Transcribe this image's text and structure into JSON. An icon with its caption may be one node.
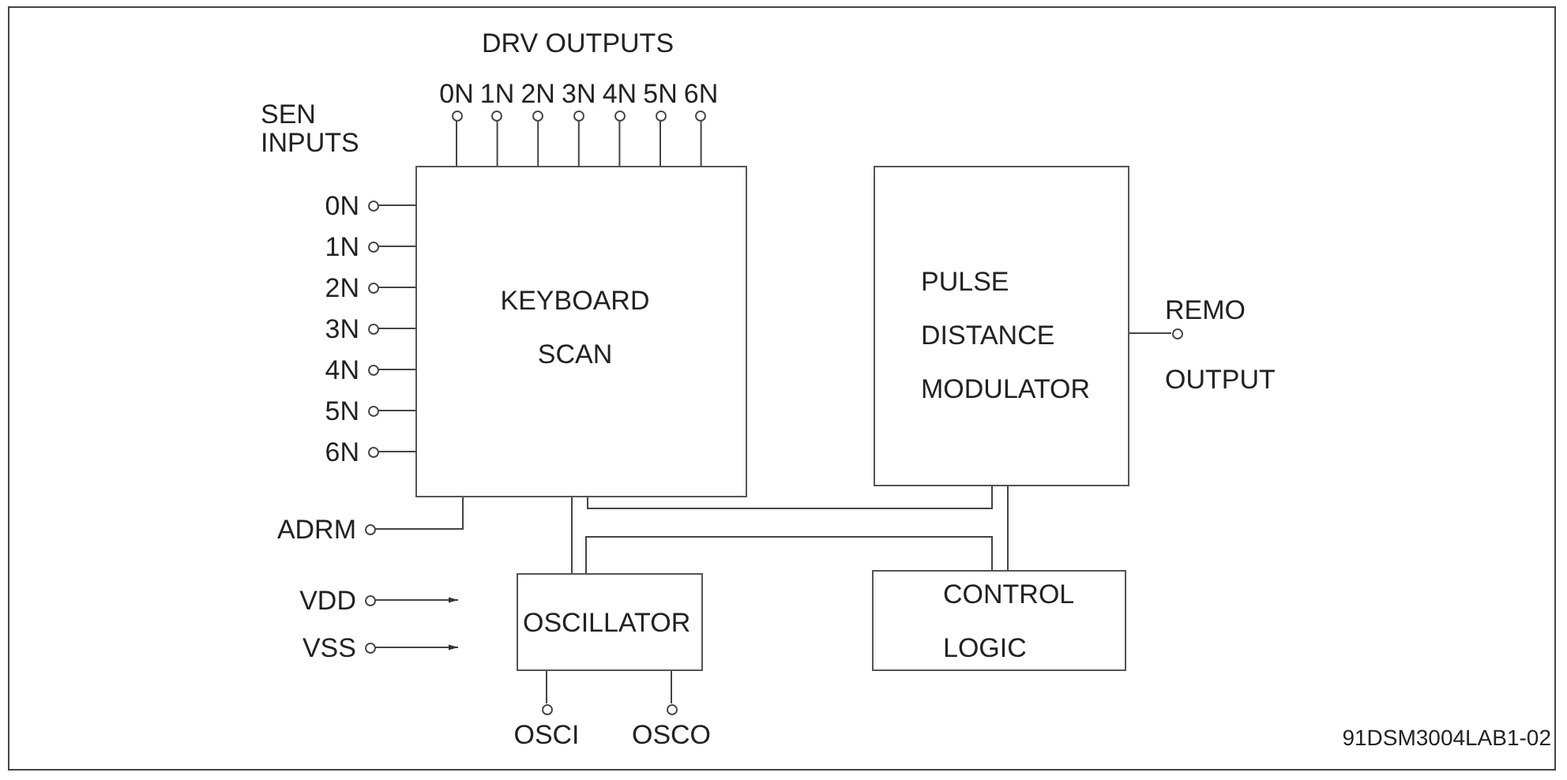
{
  "diagram": {
    "nodes": [
      {
        "text": [
          "KEYBOARD SCAN"
        ]
      },
      {
        "text": [
          "PULSE DISTANCE MODULATOR"
        ]
      },
      {
        "text": [
          "OSCILLATOR"
        ]
      },
      {
        "text": [
          "CONTROL LOGIC"
        ]
      },
      {
        "text": [
          "0N"
        ]
      },
      {
        "text": [
          "1N"
        ]
      },
      {
        "text": [
          "2N"
        ]
      },
      {
        "text": [
          "3N"
        ]
      },
      {
        "text": [
          "4N"
        ]
      },
      {
        "text": [
          "5N"
        ]
      },
      {
        "text": [
          "6N"
        ]
      },
      {
        "text": [
          "0N"
        ]
      },
      {
        "text": [
          "1N"
        ]
      },
      {
        "text": [
          "2N"
        ]
      },
      {
        "text": [
          "3N"
        ]
      },
      {
        "text": [
          "4N"
        ]
      },
      {
        "text": [
          "5N"
        ]
      },
      {
        "text": [
          "6N"
        ]
      },
      {
        "text": [
          "ADRM"
        ]
      },
      {
        "text": [
          "VDD"
        ]
      },
      {
        "text": [
          "VSS"
        ]
      },
      {
        "text": [
          "OSCI"
        ]
      },
      {
        "text": [
          "OSCO"
        ]
      },
      {
        "text": [
          "REMO",
          "OUTPUT"
        ]
      }
    ],
    "edges": [
      {
        "from": 0,
        "to": 4,
        "arrow": "none"
      },
      {
        "from": 0,
        "to": 5,
        "arrow": "none"
      },
      {
        "from": 0,
        "to": 6,
        "arrow": "none"
      },
      {
        "from": 0,
        "to": 7,
        "arrow": "none"
      },
      {
        "from": 0,
        "to": 8,
        "arrow": "none"
      },
      {
        "from": 0,
        "to": 9,
        "arrow": "none"
      },
      {
        "from": 0,
        "to": 10,
        "arrow": "none"
      },
      {
        "from": 11,
        "to": 0,
        "arrow": "none"
      },
      {
        "from": 12,
        "to": 0,
        "arrow": "none"
      },
      {
        "from": 13,
        "to": 0,
        "arrow": "none"
      },
      {
        "from": 14,
        "to": 0,
        "arrow": "none"
      },
      {
        "from": 15,
        "to": 0,
        "arrow": "none"
      },
      {
        "from": 16,
        "to": 0,
        "arrow": "none"
      },
      {
        "from": 17,
        "to": 0,
        "arrow": "none"
      },
      {
        "from": 18,
        "to": 0,
        "arrow": "none"
      },
      {
        "from": 19,
        "to": null,
        "arrow": "to"
      },
      {
        "from": 20,
        "to": null,
        "arrow": "to"
      },
      {
        "from": 2,
        "to": 21,
        "arrow": "none"
      },
      {
        "from": 2,
        "to": 22,
        "arrow": "none"
      },
      {
        "from": 1,
        "to": 23,
        "arrow": "none"
      },
      {
        "from": 0,
        "to": 1,
        "arrow": "none"
      },
      {
        "from": 0,
        "to": 2,
        "arrow": "none"
      },
      {
        "from": 2,
        "to": 3,
        "arrow": "none"
      },
      {
        "from": 1,
        "to": 3,
        "arrow": "none"
      }
    ],
    "labels": [
      "DRV OUTPUTS",
      "SEN INPUTS",
      "91DSM3004LAB1-02"
    ]
  }
}
